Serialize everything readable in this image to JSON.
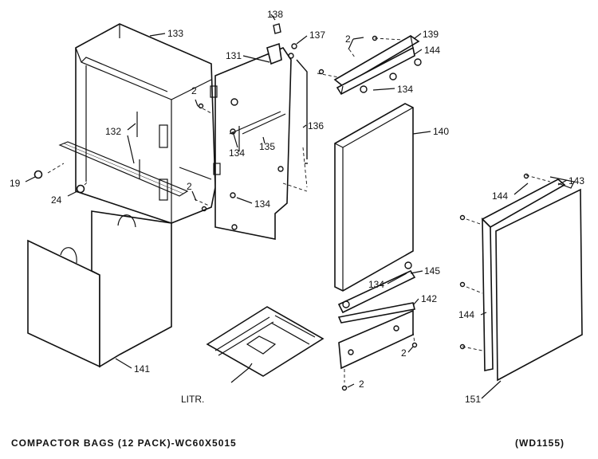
{
  "callouts": {
    "c138": "138",
    "c133": "133",
    "c137": "137",
    "c2_top": "2",
    "c139": "139",
    "c131": "131",
    "c144_top": "144",
    "c2_left": "2",
    "c134_bracket": "134",
    "c136": "136",
    "c140": "140",
    "c132": "132",
    "c134_panel1": "134",
    "c135": "135",
    "c19": "19",
    "c24": "24",
    "c2_mid": "2",
    "c134_panel2": "134",
    "c143": "143",
    "c144_door_top": "144",
    "c145": "145",
    "c134_lower": "134",
    "c142": "142",
    "c144_door_mid": "144",
    "c2_lower": "2",
    "c141": "141",
    "c2_bottom": "2",
    "c151": "151",
    "litr": "LITR."
  },
  "footer": {
    "left": "COMPACTOR BAGS (12 PACK)-WC60X5015",
    "right": "(WD1155)"
  }
}
